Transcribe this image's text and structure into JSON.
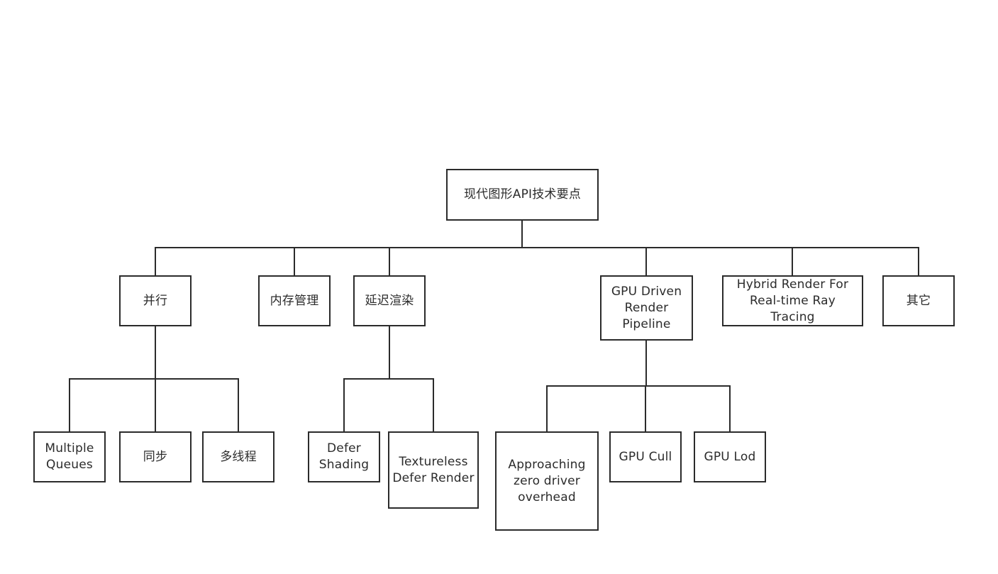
{
  "diagram": {
    "root": {
      "label": "现代图形API技术要点"
    },
    "level1": [
      {
        "id": "parallel",
        "label": "并行"
      },
      {
        "id": "memory",
        "label": "内存管理"
      },
      {
        "id": "deferred",
        "label": "延迟渲染"
      },
      {
        "id": "gpu-driven",
        "label": "GPU Driven Render Pipeline"
      },
      {
        "id": "hybrid",
        "label": "Hybrid Render For Real-time Ray Tracing"
      },
      {
        "id": "other",
        "label": "其它"
      }
    ],
    "level2": {
      "parallel": [
        {
          "id": "multiple-queues",
          "label": "Multiple Queues"
        },
        {
          "id": "sync",
          "label": "同步"
        },
        {
          "id": "multithread",
          "label": "多线程"
        }
      ],
      "deferred": [
        {
          "id": "defer-shading",
          "label": "Defer Shading"
        },
        {
          "id": "textureless",
          "label": "Textureless Defer Render"
        }
      ],
      "gpu-driven": [
        {
          "id": "zero-driver",
          "label": "Approaching zero driver overhead"
        },
        {
          "id": "gpu-cull",
          "label": "GPU Cull"
        },
        {
          "id": "gpu-lod",
          "label": "GPU Lod"
        }
      ]
    }
  }
}
